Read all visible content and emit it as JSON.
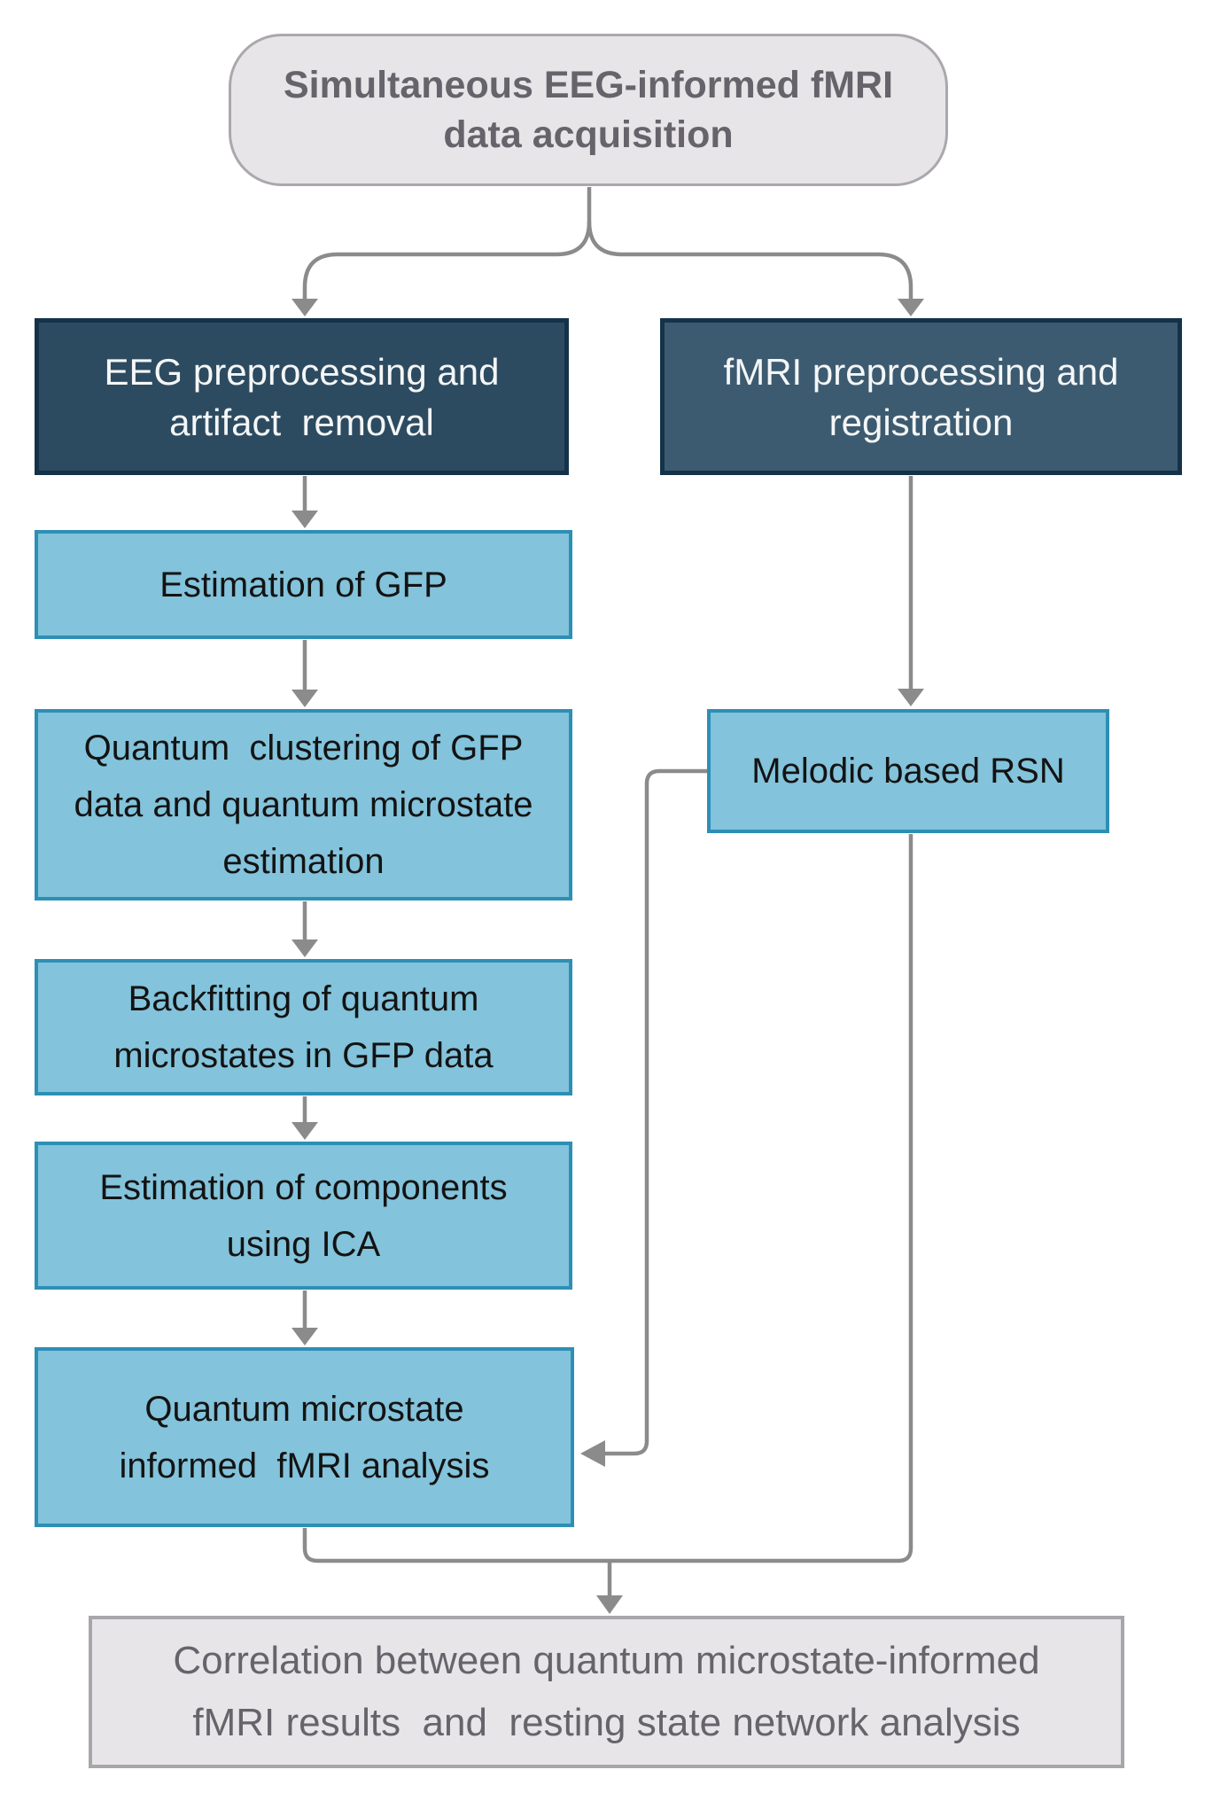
{
  "nodes": {
    "acquisition": {
      "lines": [
        "Simultaneous EEG-informed fMRI",
        "data acquisition"
      ]
    },
    "eeg_preprocessing": {
      "lines": [
        "EEG preprocessing and",
        "artifact  removal"
      ]
    },
    "fmri_preprocessing": {
      "lines": [
        "fMRI preprocessing and",
        "registration"
      ]
    },
    "gfp_estimation": {
      "lines": [
        "Estimation of GFP"
      ]
    },
    "quantum_clustering": {
      "lines": [
        "Quantum  clustering of GFP",
        "data and quantum microstate",
        "estimation"
      ]
    },
    "backfitting": {
      "lines": [
        "Backfitting of quantum",
        "microstates in GFP data"
      ]
    },
    "ica_estimation": {
      "lines": [
        "Estimation of components",
        "using ICA"
      ]
    },
    "qm_fmri_analysis": {
      "lines": [
        "Quantum microstate",
        "informed  fMRI analysis"
      ]
    },
    "melodic_rsn": {
      "lines": [
        "Melodic based RSN"
      ]
    },
    "correlation": {
      "lines": [
        "Correlation between quantum microstate-informed",
        "fMRI results  and  resting state network analysis"
      ]
    }
  },
  "colors": {
    "dark_box_fill_left": "#2d4b60",
    "dark_box_fill_right": "#3d5b70",
    "dark_box_border": "#14334a",
    "blue_box_fill": "#83c3db",
    "blue_box_border": "#2e8fb5",
    "gray_box_fill": "#e8e5e9",
    "gray_box_border": "#aaa8ac",
    "result_box_border": "#a8a6aa",
    "connector": "#8b8b8b",
    "dark_text": "#f4f6f7",
    "blue_text": "#131313",
    "gray_text": "#66646a"
  }
}
